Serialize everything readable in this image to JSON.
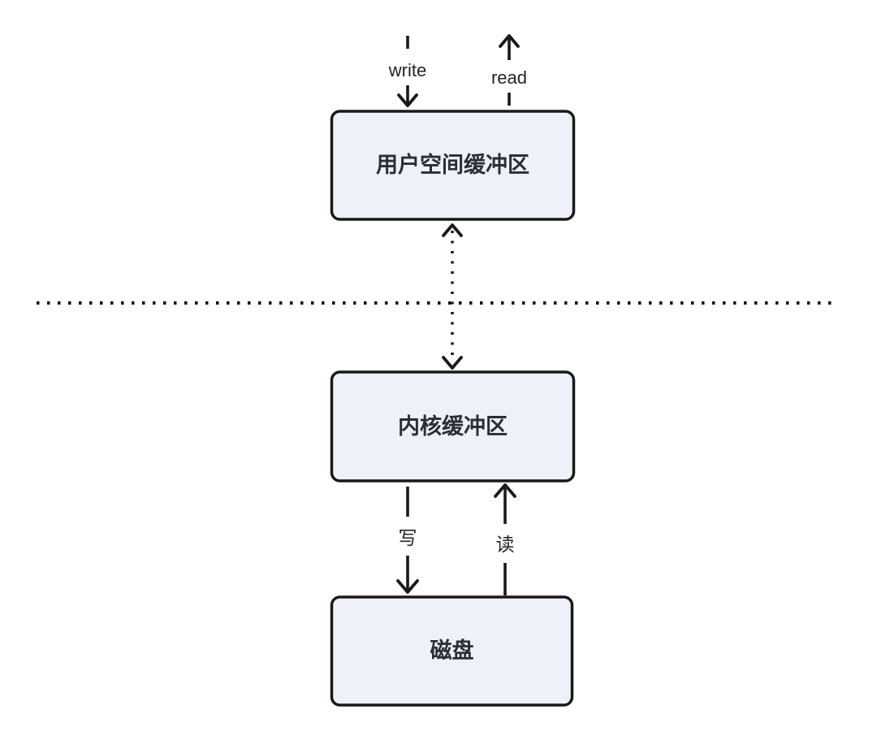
{
  "diagram": {
    "title": "user-space / kernel-space buffer IO diagram",
    "colors": {
      "background": "#ffffff",
      "node_fill": "#eef1f8",
      "node_border": "#191919",
      "arrow": "#191919",
      "text": "#2b2e38"
    },
    "nodes": [
      {
        "id": "user-space-buffer",
        "label": "用户空间缓冲区"
      },
      {
        "id": "kernel-buffer",
        "label": "内核缓冲区"
      },
      {
        "id": "disk",
        "label": "磁盘"
      }
    ],
    "edges": [
      {
        "id": "write-into-user-buffer",
        "label": "write",
        "style": "dashed",
        "direction": "down",
        "to": "user-space-buffer"
      },
      {
        "id": "read-from-user-buffer",
        "label": "read",
        "style": "dashed",
        "direction": "up",
        "from": "user-space-buffer"
      },
      {
        "id": "user-kernel-copy",
        "label": "",
        "style": "dotted",
        "direction": "both",
        "from": "user-space-buffer",
        "to": "kernel-buffer"
      },
      {
        "id": "kernel-write-to-disk",
        "label": "写",
        "style": "solid",
        "direction": "down",
        "from": "kernel-buffer",
        "to": "disk"
      },
      {
        "id": "disk-read-to-kernel",
        "label": "读",
        "style": "solid",
        "direction": "up",
        "from": "disk",
        "to": "kernel-buffer"
      }
    ],
    "separator": {
      "id": "user-kernel-boundary",
      "style": "dotted"
    }
  }
}
